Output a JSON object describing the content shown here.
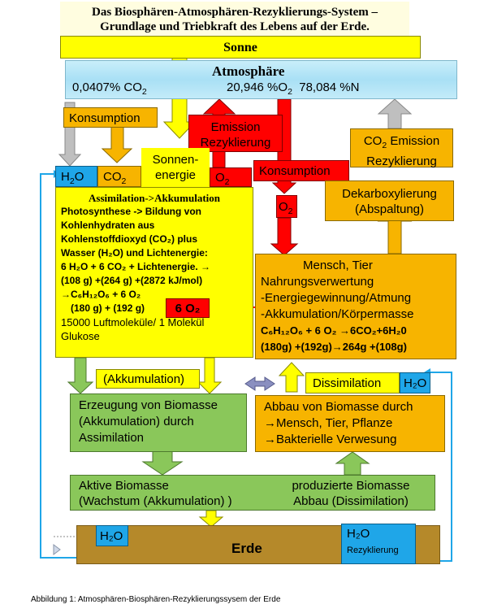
{
  "title_line1": "Das Biosphären-Atmosphären-Rezyklierungs-System –",
  "title_line2": "Grundlage und Triebkraft des Lebens auf der Erde.",
  "sonne": "Sonne",
  "atmosphaere": {
    "label": "Atmosphäre",
    "co2": "0,0407% CO",
    "co2_sub": "2",
    "o2": "20,946 %O",
    "o2_sub": "2",
    "n": "78,084 %N"
  },
  "konsumption_left": "Konsumption",
  "emission": {
    "line1": "Emission",
    "line2": "Rezyklierung"
  },
  "co2_emission": {
    "line1": "CO",
    "sub": "2",
    "line1b": " Emission",
    "line2": "Rezyklierung"
  },
  "h2o_box": {
    "text": "H",
    "sub": "2",
    "text2": "O"
  },
  "co2_box": {
    "text": "CO",
    "sub": "2"
  },
  "sonnenenergie": {
    "line1": "Sonnen-",
    "line2": "energie"
  },
  "o2_red": {
    "text": "O",
    "sub": "2"
  },
  "konsumption_red": "Konsumption",
  "o2_small": {
    "text": "O",
    "sub": "2"
  },
  "dekarboxylierung": {
    "line1": "Dekarboxylierung",
    "line2": "(Abspaltung)"
  },
  "assimilation": {
    "heading": "Assimilation->Akkumulation",
    "l1": "Photosynthese -> Bildung von",
    "l2": "Kohlenhydraten aus",
    "l3": "Kohlenstoffdioxyd (CO₂) plus",
    "l4": "Wasser (H₂O) und Lichtenergie:",
    "l5": "6 H₂O + 6 CO₂ + Lichtenergie. →",
    "l6": "(108 g) +(264 g) +(2872 kJ/mol)",
    "l7": "→C₆H₁₂O₆ + 6 O₂",
    "l8": "(180 g) + (192 g)",
    "l9": "15000 Luftmoleküle/ 1 Molekül",
    "l10": "Glukose"
  },
  "six_o2": "6 O₂",
  "mensch": {
    "l1": "Mensch, Tier",
    "l2": "Nahrungsverwertung",
    "l3": "-Energiegewinnung/Atmung",
    "l4": "-Akkumulation/Körpermasse",
    "l5": "C₆H₁₂O₆ + 6 O₂ →6CO₂+6H₂0",
    "l6": "(180g) +(192g)→264g +(108g)"
  },
  "akkumulation": "(Akkumulation)",
  "dissimilation": "Dissimilation",
  "h2o_right": "H₂O",
  "erzeugung": {
    "l1": "Erzeugung von Biomasse",
    "l2": "(Akkumulation) durch",
    "l3": "Assimilation"
  },
  "abbau": {
    "l1": "Abbau von Biomasse durch",
    "l2": "→Mensch, Tier, Pflanze",
    "l3": "→Bakterielle Verwesung"
  },
  "aktive": {
    "l1": "Aktive Biomasse",
    "l2": "(Wachstum (Akkumulation) )"
  },
  "produzierte": {
    "l1": "produzierte Biomasse",
    "l2": "Abbau (Dissimilation)"
  },
  "erde": "Erde",
  "h2o_erde_left": "H₂O",
  "h2o_erde_right": "H₂O",
  "rezyklierung_small": "Rezyklierung",
  "caption": "Abbildung 1: Atmosphären-Biosphären-Rezyklierungssysem der Erde"
}
